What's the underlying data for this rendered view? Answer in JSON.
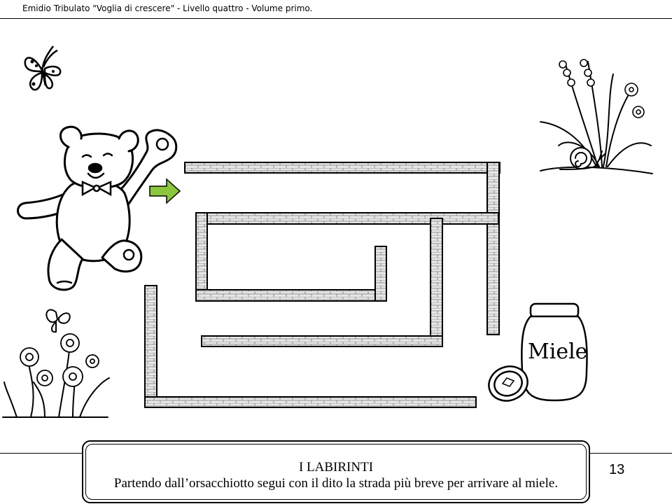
{
  "header": {
    "text": "Emidio Tribulato  \"Voglia di crescere\" - Livello quattro - Volume primo."
  },
  "jar": {
    "label": "Miele"
  },
  "instructions": {
    "title": "I LABIRINTI",
    "text": "Partendo dall’orsacchiotto segui con il dito la strada più breve per arrivare al miele."
  },
  "page_number": "13",
  "colors": {
    "arrow": "#8cc63f",
    "wall_fill": "#e6e6e6",
    "ink": "#000000"
  },
  "icons": [
    "butterfly-icon",
    "teddy-bear-illustration",
    "right-arrow-icon",
    "flowers-snail-illustration",
    "flowers-butterfly-illustration",
    "honey-jar-illustration"
  ]
}
